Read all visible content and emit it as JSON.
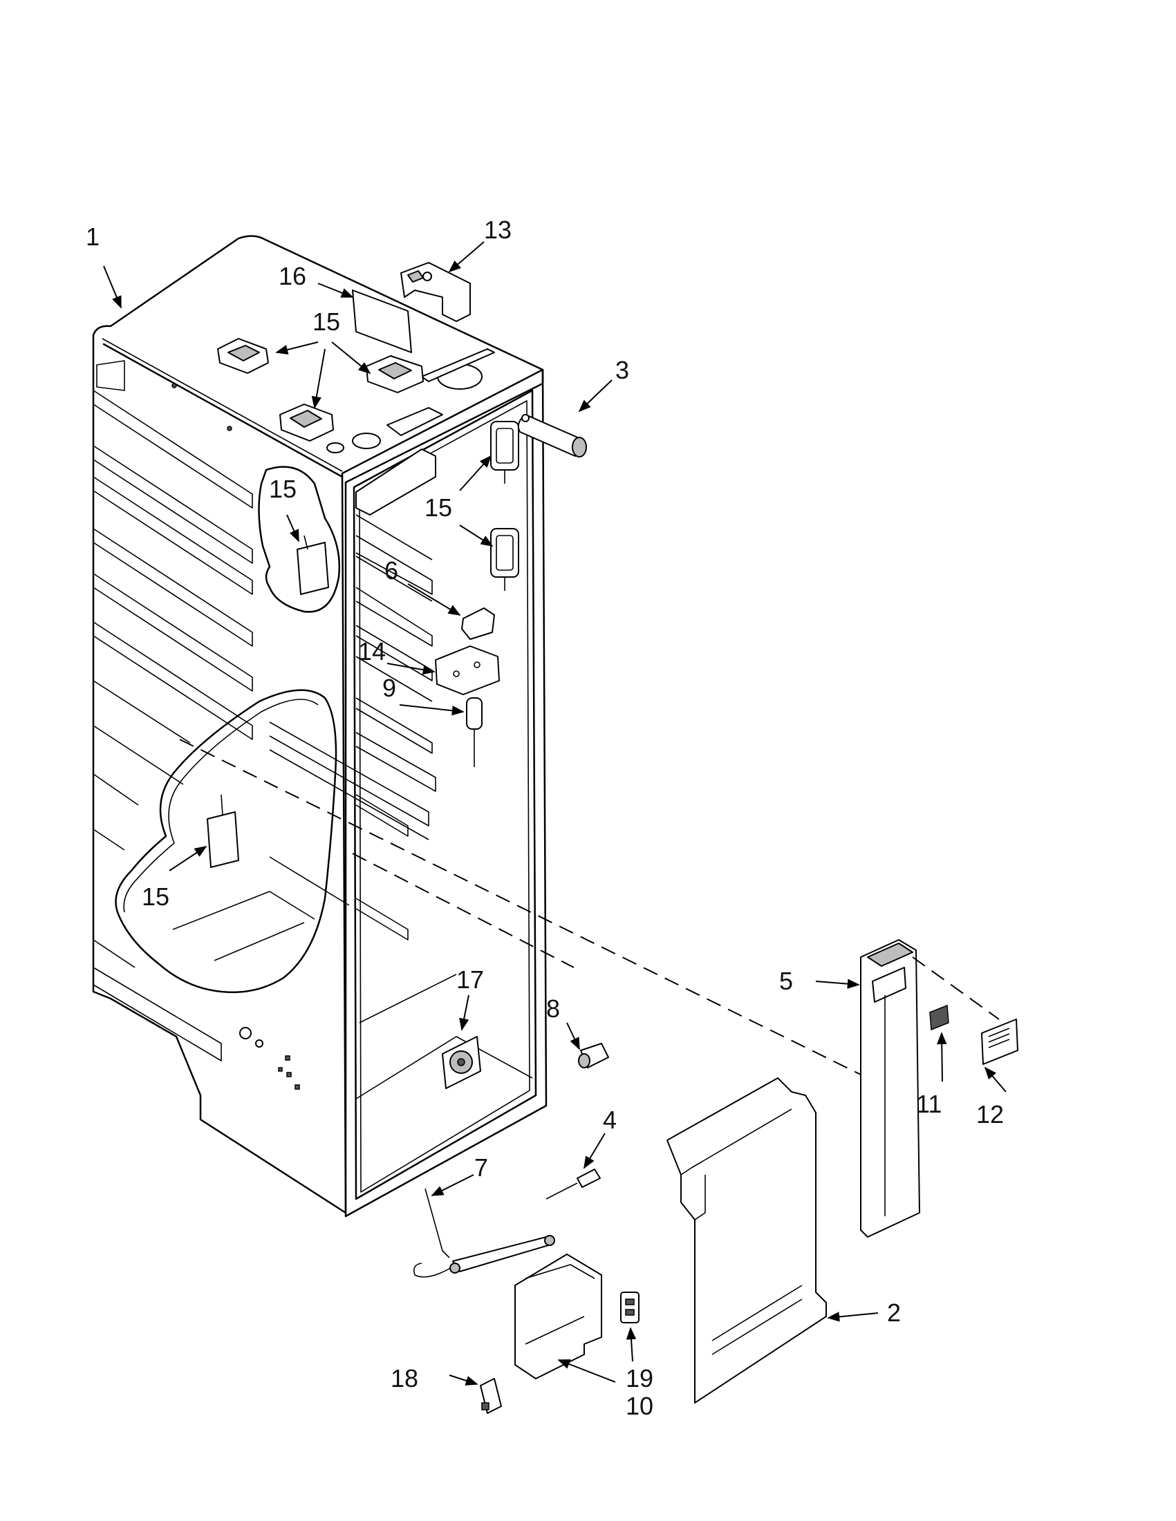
{
  "callouts": [
    {
      "id": "c1",
      "text": "1"
    },
    {
      "id": "c13",
      "text": "13"
    },
    {
      "id": "c16",
      "text": "16"
    },
    {
      "id": "c15a",
      "text": "15"
    },
    {
      "id": "c3",
      "text": "3"
    },
    {
      "id": "c15b",
      "text": "15"
    },
    {
      "id": "c15c",
      "text": "15"
    },
    {
      "id": "c6",
      "text": "6"
    },
    {
      "id": "c14",
      "text": "14"
    },
    {
      "id": "c9",
      "text": "9"
    },
    {
      "id": "c15d",
      "text": "15"
    },
    {
      "id": "c17",
      "text": "17"
    },
    {
      "id": "c8",
      "text": "8"
    },
    {
      "id": "c5",
      "text": "5"
    },
    {
      "id": "c11",
      "text": "11"
    },
    {
      "id": "c12",
      "text": "12"
    },
    {
      "id": "c4",
      "text": "4"
    },
    {
      "id": "c7",
      "text": "7"
    },
    {
      "id": "c2",
      "text": "2"
    },
    {
      "id": "c18",
      "text": "18"
    },
    {
      "id": "c19",
      "text": "19"
    },
    {
      "id": "c10",
      "text": "10"
    }
  ]
}
